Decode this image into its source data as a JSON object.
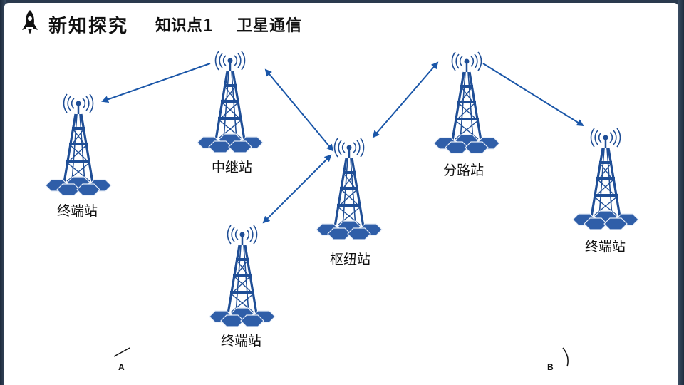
{
  "header": {
    "title": "新知探究",
    "subtitle": "知识点1",
    "topic": "卫星通信"
  },
  "stations": {
    "relay": "中继站",
    "hub": "枢纽站",
    "branch": "分路站",
    "terminal_left": "终端站",
    "terminal_bottom": "终端站",
    "terminal_right": "终端站"
  },
  "marks": {
    "a": "A",
    "b": "B"
  },
  "colors": {
    "tower": "#1f4e96",
    "arrow": "#1a56a8",
    "base": "#2f5ea8"
  },
  "icons": [
    "rocket-icon",
    "radio-tower-icon"
  ]
}
